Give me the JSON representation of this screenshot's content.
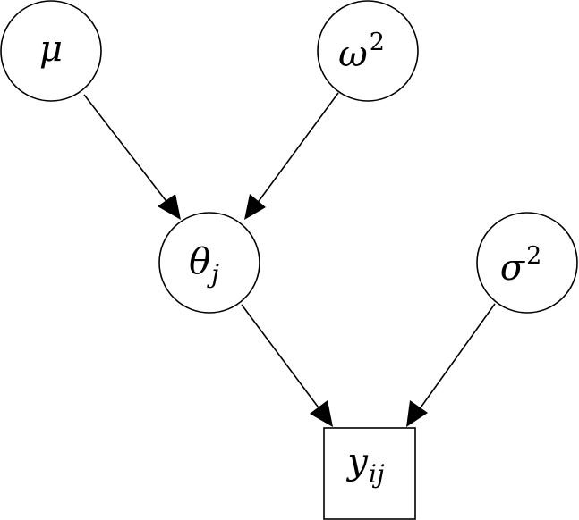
{
  "diagram": {
    "nodes": [
      {
        "id": "mu",
        "base": "μ",
        "sub": "",
        "sup": "",
        "shape": "circle"
      },
      {
        "id": "omega2",
        "base": "ω",
        "sub": "",
        "sup": "2",
        "shape": "circle"
      },
      {
        "id": "theta_j",
        "base": "θ",
        "sub": "j",
        "sup": "",
        "shape": "circle"
      },
      {
        "id": "sigma2",
        "base": "σ",
        "sub": "",
        "sup": "2",
        "shape": "circle"
      },
      {
        "id": "y_ij",
        "base": "y",
        "sub": "ij",
        "sup": "",
        "shape": "square"
      }
    ],
    "edges": [
      {
        "from": "mu",
        "to": "theta_j"
      },
      {
        "from": "omega2",
        "to": "theta_j"
      },
      {
        "from": "theta_j",
        "to": "y_ij"
      },
      {
        "from": "sigma2",
        "to": "y_ij"
      }
    ]
  }
}
